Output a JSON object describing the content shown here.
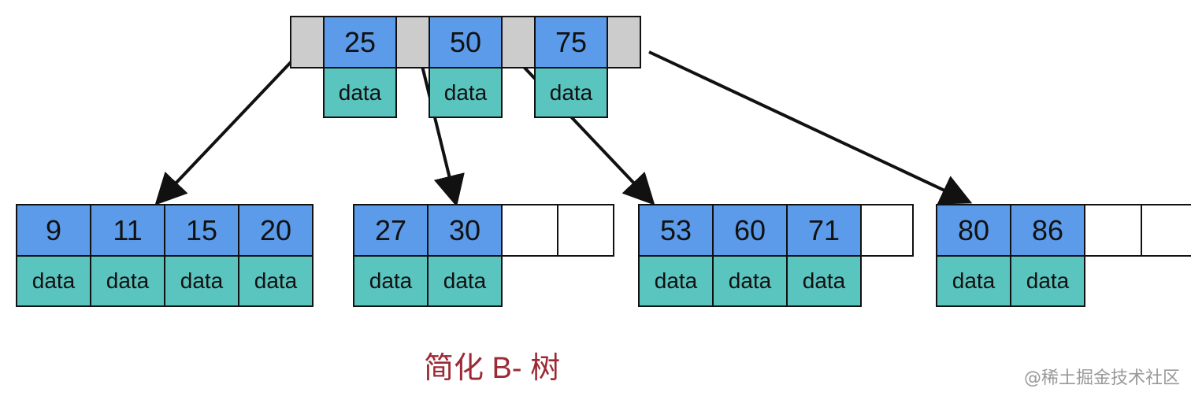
{
  "root": {
    "keys": [
      "25",
      "50",
      "75"
    ],
    "data_label": "data"
  },
  "leaves": [
    {
      "keys": [
        "9",
        "11",
        "15",
        "20"
      ],
      "empty_slots": 0
    },
    {
      "keys": [
        "27",
        "30"
      ],
      "empty_slots": 2
    },
    {
      "keys": [
        "53",
        "60",
        "71"
      ],
      "empty_slots": 1
    },
    {
      "keys": [
        "80",
        "86"
      ],
      "empty_slots": 2
    }
  ],
  "data_label": "data",
  "caption": "简化 B- 树",
  "watermark": "@稀土掘金技术社区",
  "colors": {
    "key": "#5b9bea",
    "pointer": "#cccccc",
    "data": "#5ac4bf",
    "caption": "#9b2a35"
  }
}
